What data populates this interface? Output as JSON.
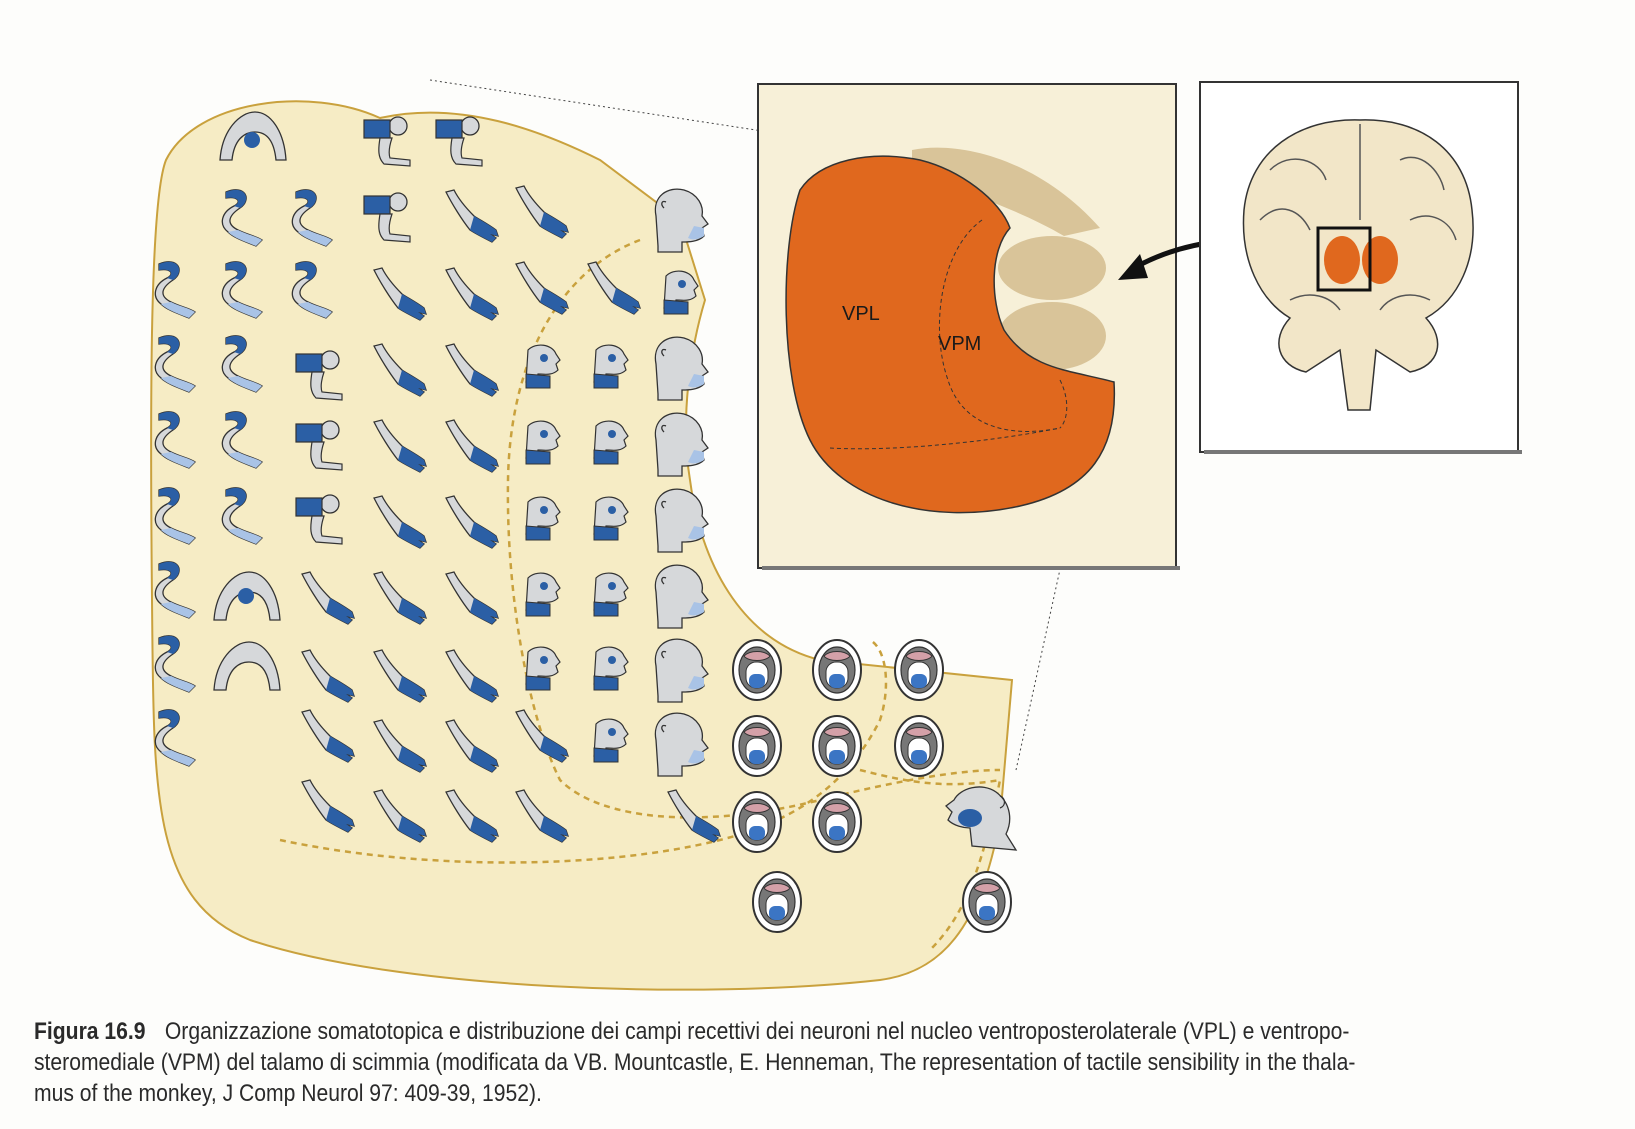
{
  "figure": {
    "labels": {
      "vpl": "VPL",
      "vpm": "VPM"
    },
    "colors": {
      "map_background": "#f6ecc5",
      "map_outline": "#c9a13d",
      "receptive_field": "#2b5fa5",
      "receptive_field_light": "#a9c3e6",
      "body_gray": "#d6d8da",
      "vpl_orange": "#e0681e",
      "nuclei_tan": "#d9c499",
      "panel_background": "#f7f0d8"
    },
    "icons": [
      "monkey-body-icon",
      "arm-hand-icon",
      "monkey-head-icon",
      "open-mouth-icon",
      "brain-coronal-section-icon",
      "arrow-icon"
    ]
  },
  "caption": {
    "label": "Figura 16.9",
    "line1": "Organizzazione somatotopica e distribuzione dei campi recettivi dei neuroni nel nucleo ventroposterolaterale (VPL) e ventropo-",
    "line2": "steromediale (VPM) del talamo di scimmia (modificata da VB. Mountcastle, E. Henneman, The representation of tactile sensibility in the thala-",
    "line3": "mus of the monkey, J Comp Neurol 97: 409-39, 1952)."
  }
}
